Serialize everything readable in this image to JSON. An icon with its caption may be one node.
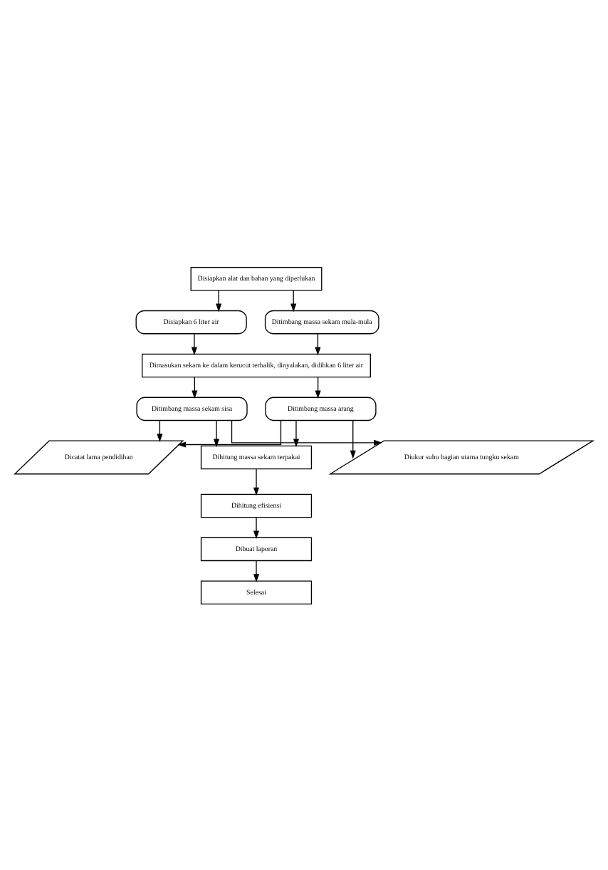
{
  "diagram": {
    "nodes": [
      {
        "text": [
          "Disiapkan alat dan bahan yang diperlukan"
        ]
      },
      {
        "text": [
          "Disiapkan 6 liter air"
        ]
      },
      {
        "text": [
          "Ditimbang massa sekam mula-mula"
        ]
      },
      {
        "text": [
          "Dimasukan sekam ke dalam kerucut terbalik, dinyalakan, didihkan 6 liter air"
        ]
      },
      {
        "text": [
          "Ditimbang massa sekam sisa"
        ]
      },
      {
        "text": [
          "Ditimbang massa arang"
        ]
      },
      {
        "text": [
          "Dicatat lama pendidihan"
        ]
      },
      {
        "text": [
          "Dihitung massa sekam terpakai"
        ]
      },
      {
        "text": [
          "Diukur suhu bagian utama tungku sekam"
        ]
      },
      {
        "text": [
          "Dihitung efisiensi"
        ]
      },
      {
        "text": [
          "Dibuat laporan"
        ]
      },
      {
        "text": [
          "Selesai"
        ]
      }
    ],
    "edges": [
      {
        "from": 0,
        "to": 1,
        "arrow": "to"
      },
      {
        "from": 0,
        "to": 2,
        "arrow": "to"
      },
      {
        "from": 1,
        "to": 3,
        "arrow": "to"
      },
      {
        "from": 2,
        "to": 3,
        "arrow": "to"
      },
      {
        "from": 3,
        "to": 4,
        "arrow": "to"
      },
      {
        "from": 3,
        "to": 5,
        "arrow": "to"
      },
      {
        "from": 4,
        "to": 6,
        "arrow": "to"
      },
      {
        "from": 4,
        "to": 7,
        "arrow": "to"
      },
      {
        "from": 4,
        "to": 8,
        "arrow": "to"
      },
      {
        "from": 5,
        "to": 6,
        "arrow": "to"
      },
      {
        "from": 5,
        "to": 7,
        "arrow": "to"
      },
      {
        "from": 5,
        "to": 8,
        "arrow": "to"
      },
      {
        "from": 7,
        "to": 9,
        "arrow": "to"
      },
      {
        "from": 9,
        "to": 10,
        "arrow": "to"
      },
      {
        "from": 10,
        "to": 11,
        "arrow": "to"
      }
    ]
  }
}
